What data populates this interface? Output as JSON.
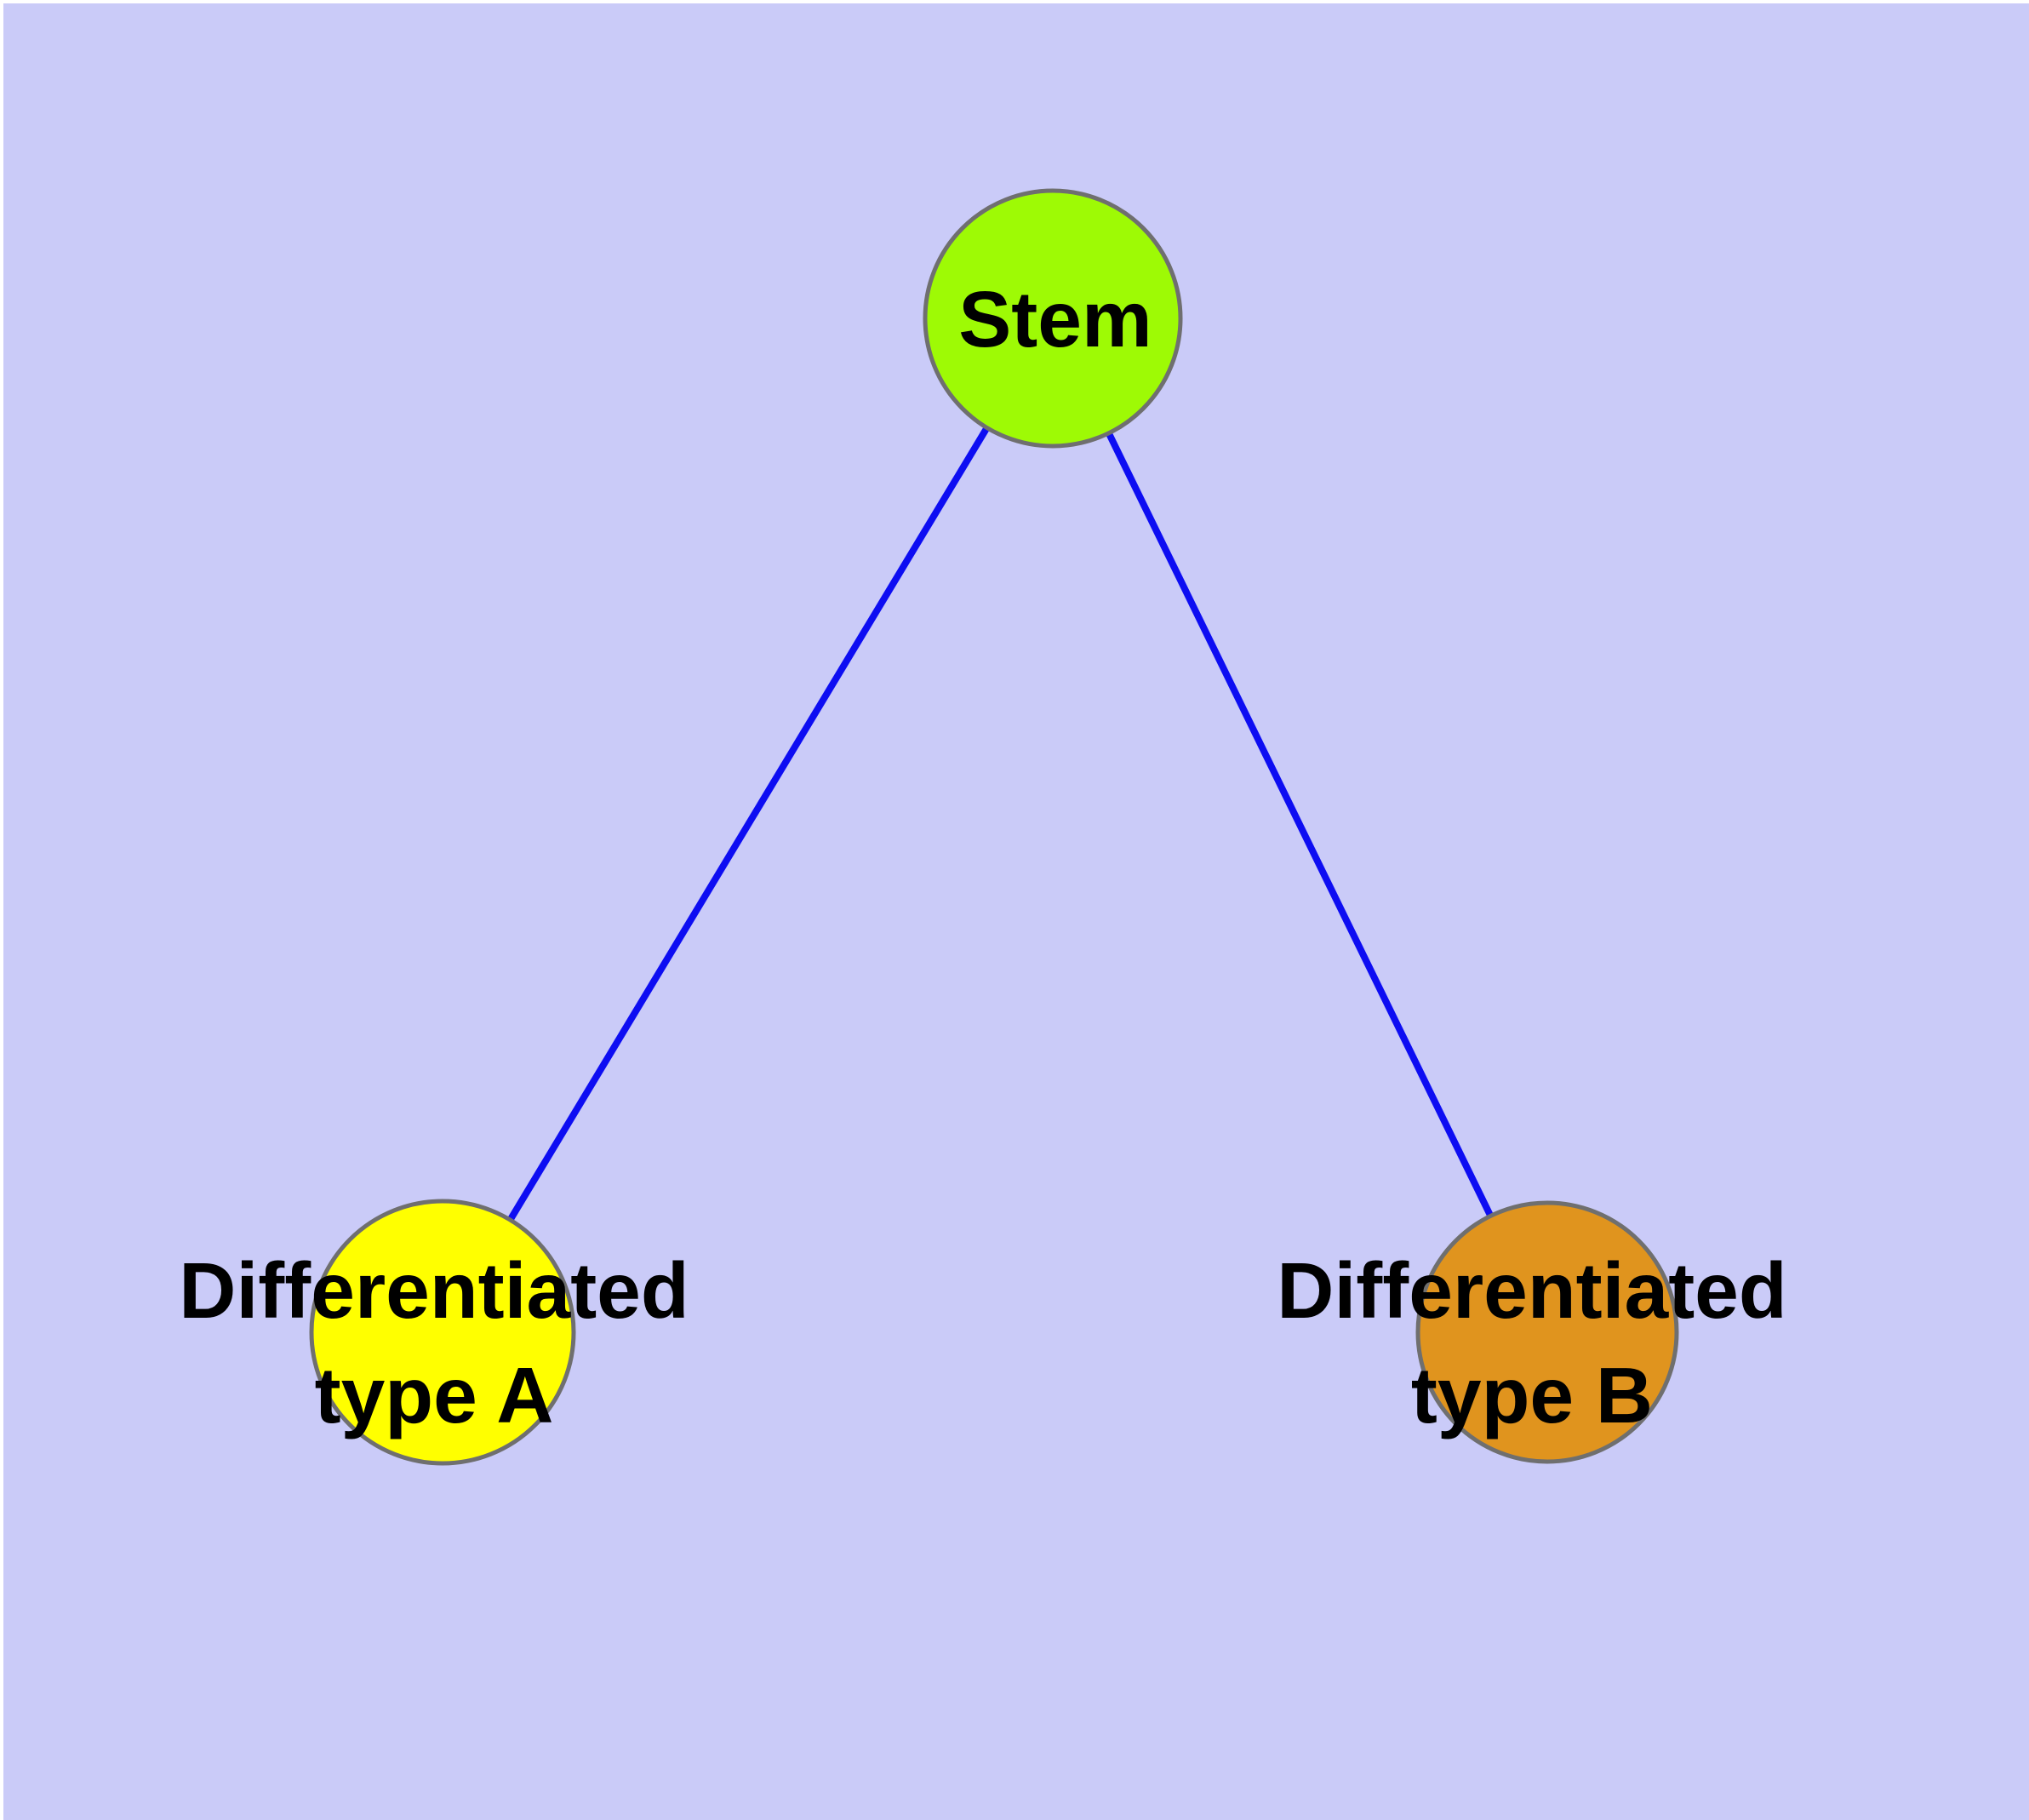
{
  "diagram": {
    "type": "node-link-graph",
    "background_color": "#CACBF8",
    "frame_color": "#FFFFFF",
    "edge_color": "#0D0DF2",
    "node_border_color": "#6F6F6F",
    "text_color": "#000000",
    "nodes": [
      {
        "id": "stem",
        "label": "Stem",
        "fill": "#9EFA05"
      },
      {
        "id": "type-a",
        "label_line1": "Differentiated",
        "label_line2": "type A",
        "fill": "#FFFF00"
      },
      {
        "id": "type-b",
        "label_line1": "Differentiated",
        "label_line2": "type B",
        "fill": "#E0941E"
      }
    ],
    "edges": [
      {
        "source": "Stem",
        "target": "Differentiated type A"
      },
      {
        "source": "Stem",
        "target": "Differentiated type B"
      }
    ]
  }
}
